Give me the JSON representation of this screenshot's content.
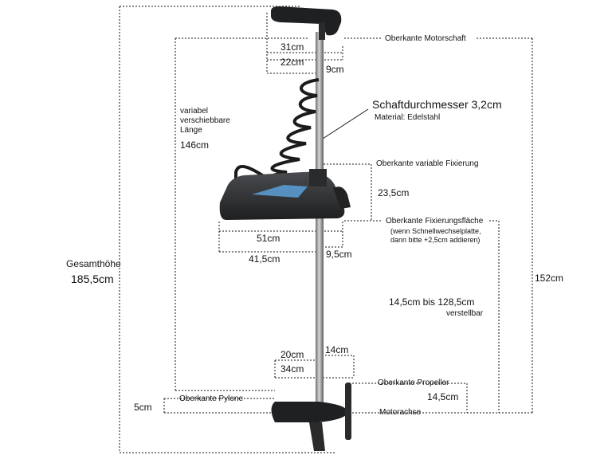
{
  "dimensions": {
    "overall_height_title": "Gesamthöhe",
    "overall_height_value": "185,5cm",
    "handle_width": "31cm",
    "handle_depth": "22cm",
    "handle_top_offset": "9cm",
    "shaft_variable_note": "variabel verschiebbare Länge",
    "shaft_variable_length": "146cm",
    "shaft_diameter": "Schaftdurchmesser 3,2cm",
    "shaft_material": "Material: Edelstahl",
    "mount_height": "23,5cm",
    "mount_width": "51cm",
    "mount_depth": "41,5cm",
    "mount_offset": "9,5cm",
    "adjustable_range": "14,5cm bis 128,5cm",
    "adjustable_label": "verstellbar",
    "shaft_to_fixing_total": "152cm",
    "motor_offset": "14cm",
    "motor_front": "20cm",
    "motor_length": "34cm",
    "propeller_to_axis": "14,5cm",
    "pylon_height": "5cm"
  },
  "reference_lines": {
    "top_motor_shaft": "Oberkante Motorschaft",
    "top_variable_fixing": "Oberkante variable Fixierung",
    "top_fixing_surface": "Oberkante Fixierungsfläche",
    "fixing_surface_note": "(wenn Schnellwechselplatte, dann bitte +2,5cm addieren)",
    "top_propeller": "Oberkante Propeller",
    "top_pylon": "Oberkante Pylone",
    "motor_axis": "Motorachse"
  },
  "colors": {
    "line": "#111111",
    "motor_body": "#2e2f31",
    "shaft": "#9a9a9a",
    "screen_accent": "#5aa0d8"
  }
}
